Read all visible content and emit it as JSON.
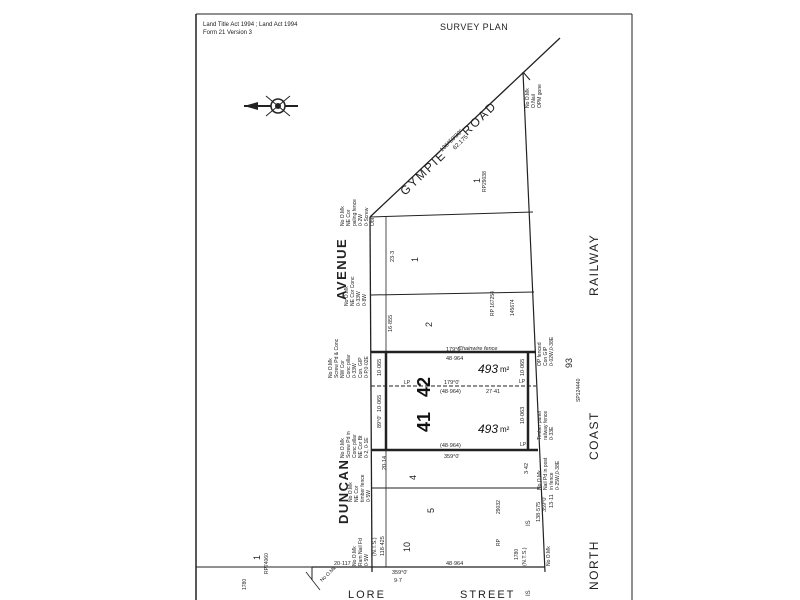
{
  "header": {
    "act_line": "Land Title Act 1994 ; Land Act 1994",
    "form_line": "Form 21 Version 3",
    "plan_title": "SURVEY PLAN"
  },
  "roads": {
    "gympie": [
      "GYMPIE",
      "ROAD"
    ],
    "gympie_bearing": "136°50'30\"",
    "gympie_dist": "62.175",
    "avenue": "AVENUE",
    "duncan": "DUNCAN",
    "railway": "RAILWAY",
    "coast": "COAST",
    "north": "NORTH",
    "lore": "LORE",
    "street": "STREET"
  },
  "lots": {
    "lot_41": "41",
    "lot_42": "42",
    "area_41": "493",
    "area_42": "493",
    "unit": "m²",
    "lot_1": "1",
    "lot_2": "2",
    "lot_4": "4",
    "lot_5": "5",
    "lot_10": "10",
    "lot_93": "93",
    "lot_1_rp": "RP29038",
    "lot_1_left": "1"
  },
  "plans": {
    "rp_167254": "RP 167254",
    "rp_145674": "145674",
    "rp_29032": "29032",
    "rp": "RP",
    "sp": "SP124440",
    "rp_left": "RP74060",
    "is1": "IS",
    "is2": "IS",
    "rp_1780": "1780",
    "rp_1780_left": "1780"
  },
  "measurements": {
    "d_48964_top": "48·964",
    "d_48964_mid": "(48·964)",
    "d_48964_bot": "(48·964)",
    "d_48964_street": "48·964",
    "d_2741": "27·41",
    "b_179_top": "179°0'",
    "b_179_mid": "179°0'",
    "b_359_lot": "359°0'",
    "b_359_street": "359°0'",
    "d_97": "9·7",
    "d_20117": "20·117",
    "d_10065_a": "10·065",
    "d_10065_b": "10·065",
    "d_10063": "10·063",
    "d_10065_r": "10·065",
    "d_10063_r": "10·063",
    "d_2014": "20·14",
    "d_233": "23·3",
    "d_16855": "16·855",
    "d_89": "89°0'",
    "d_18425": "118·425",
    "d_nts": "(N.T.S.)",
    "d_138575": "138·575",
    "d_359b": "359°0'",
    "d_1311": "13·11",
    "d_342": "3·42",
    "d_nts2": "(N.T.S.)"
  },
  "notes": {
    "chainwire": "Chainwire fence",
    "note_top_left": [
      "No O.Mk",
      "NE Cor",
      "paling fence",
      "0·2W",
      "0·Screw",
      "Obt"
    ],
    "note_avenue": [
      "No O.Mk",
      "NE Cor Conc",
      "0·33W",
      "0·8W"
    ],
    "note_screw": [
      "No O.Mk",
      "Screw Pd & Conc",
      "NW Cor",
      "Conc pillar",
      "0·33W",
      "Con. GIP",
      "0·P,0·02E"
    ],
    "note_lot4": [
      "No O.Mk",
      "Screw Pd in",
      "Conc pillar",
      "NE Cor Bt",
      "0·2, 0·1E"
    ],
    "note_lot5": [
      "No O.Mk",
      "NE Cor",
      "timber fence",
      "0·5W"
    ],
    "note_bottom": [
      "No O.Mk",
      "Ram Nail Fd",
      "0·5W"
    ],
    "note_right_top": [
      "No O.Mk",
      "O.Nail",
      "OPM gone"
    ],
    "note_right_fence": [
      "OP fenced",
      "Con GIP",
      "0·02W,0·38E"
    ],
    "note_timber": [
      "Timber panel",
      "railway fence",
      "0·33E"
    ],
    "note_nail": [
      "No O.Mk",
      "Nail Pd in post",
      "in fence",
      "0·25W,0·38E"
    ],
    "note_r_bottom": "No O.Mk",
    "no_omk_left": "No O.Mk",
    "lp1": "LP",
    "lp2": "LP",
    "lp3": "LP"
  }
}
